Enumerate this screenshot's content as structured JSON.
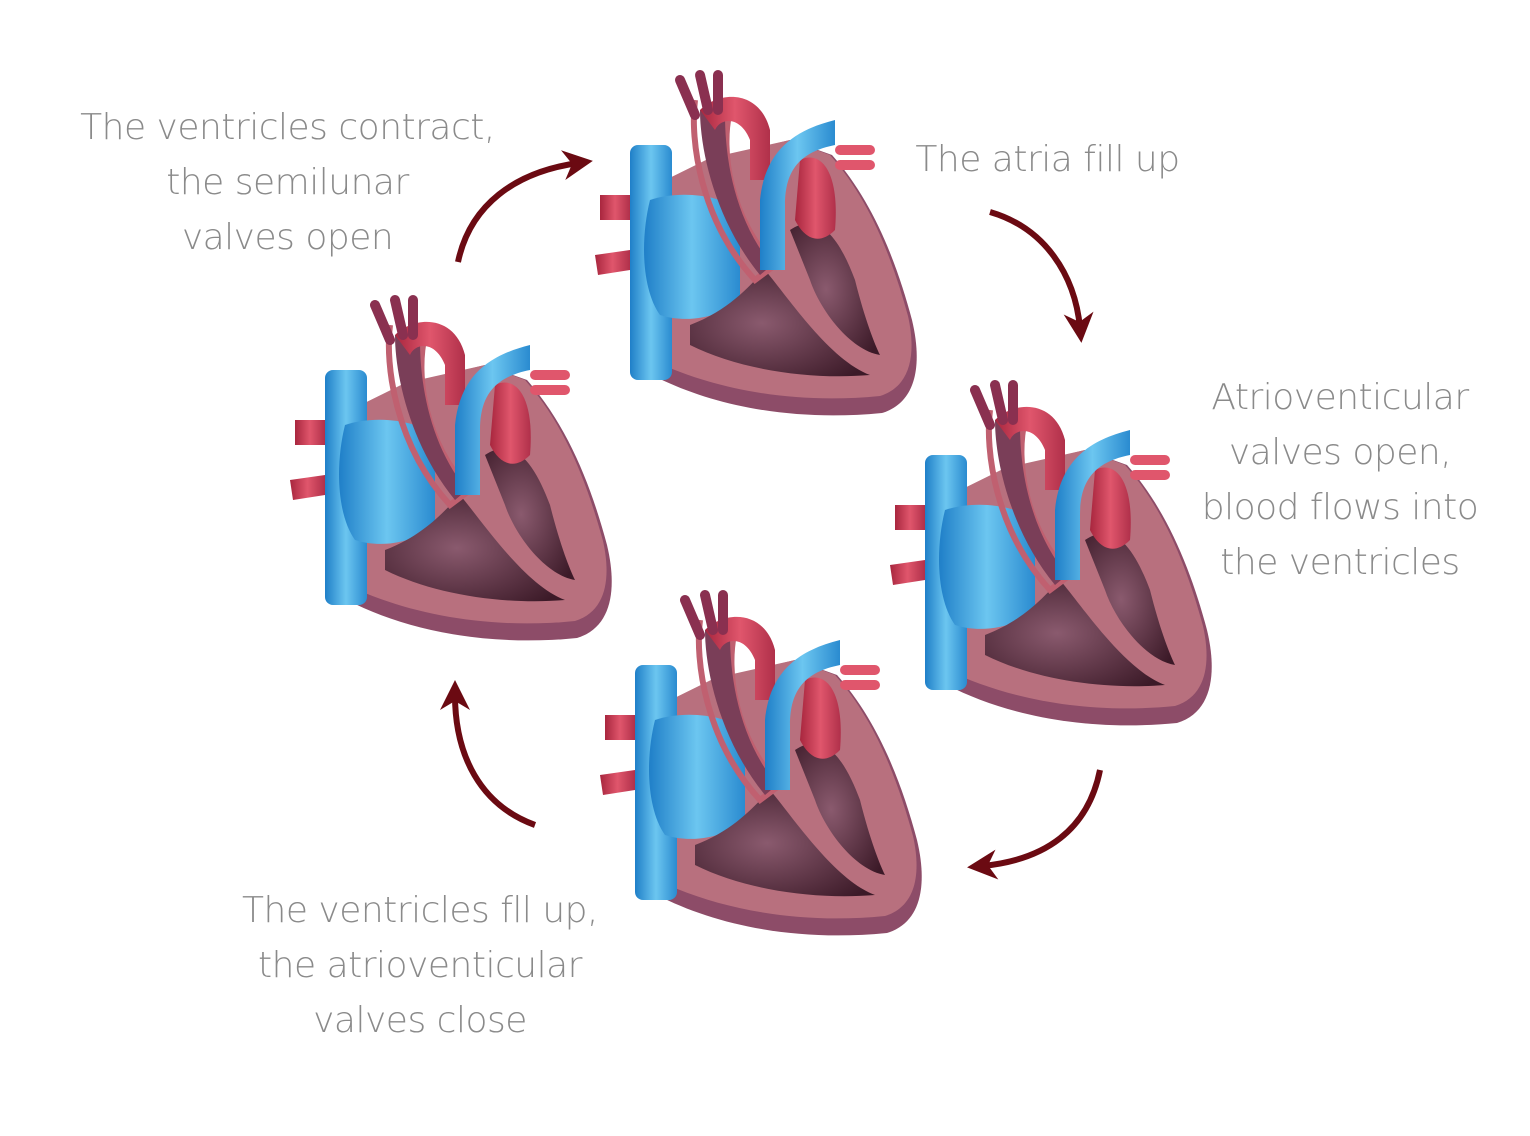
{
  "title": "Cardiac cycle",
  "colors": {
    "text": "#8a8a8a",
    "arrow": "#6b0a12",
    "muscle": "#b8707e",
    "blue": "#3a9ad8",
    "red": "#c83a52",
    "dark": "#5a2a3a"
  },
  "steps": [
    {
      "id": "ventricles-contract",
      "lines": [
        "The ventricles contract,",
        "the semilunar",
        "valves open"
      ]
    },
    {
      "id": "atria-fill",
      "lines": [
        "The atria fill up"
      ]
    },
    {
      "id": "av-valves-open",
      "lines": [
        "Atrioventicular",
        "valves open,",
        "blood flows into",
        "the ventricles"
      ]
    },
    {
      "id": "ventricles-fill",
      "lines": [
        "The ventricles fll up,",
        "the atrioventicular",
        "valves close"
      ]
    }
  ]
}
